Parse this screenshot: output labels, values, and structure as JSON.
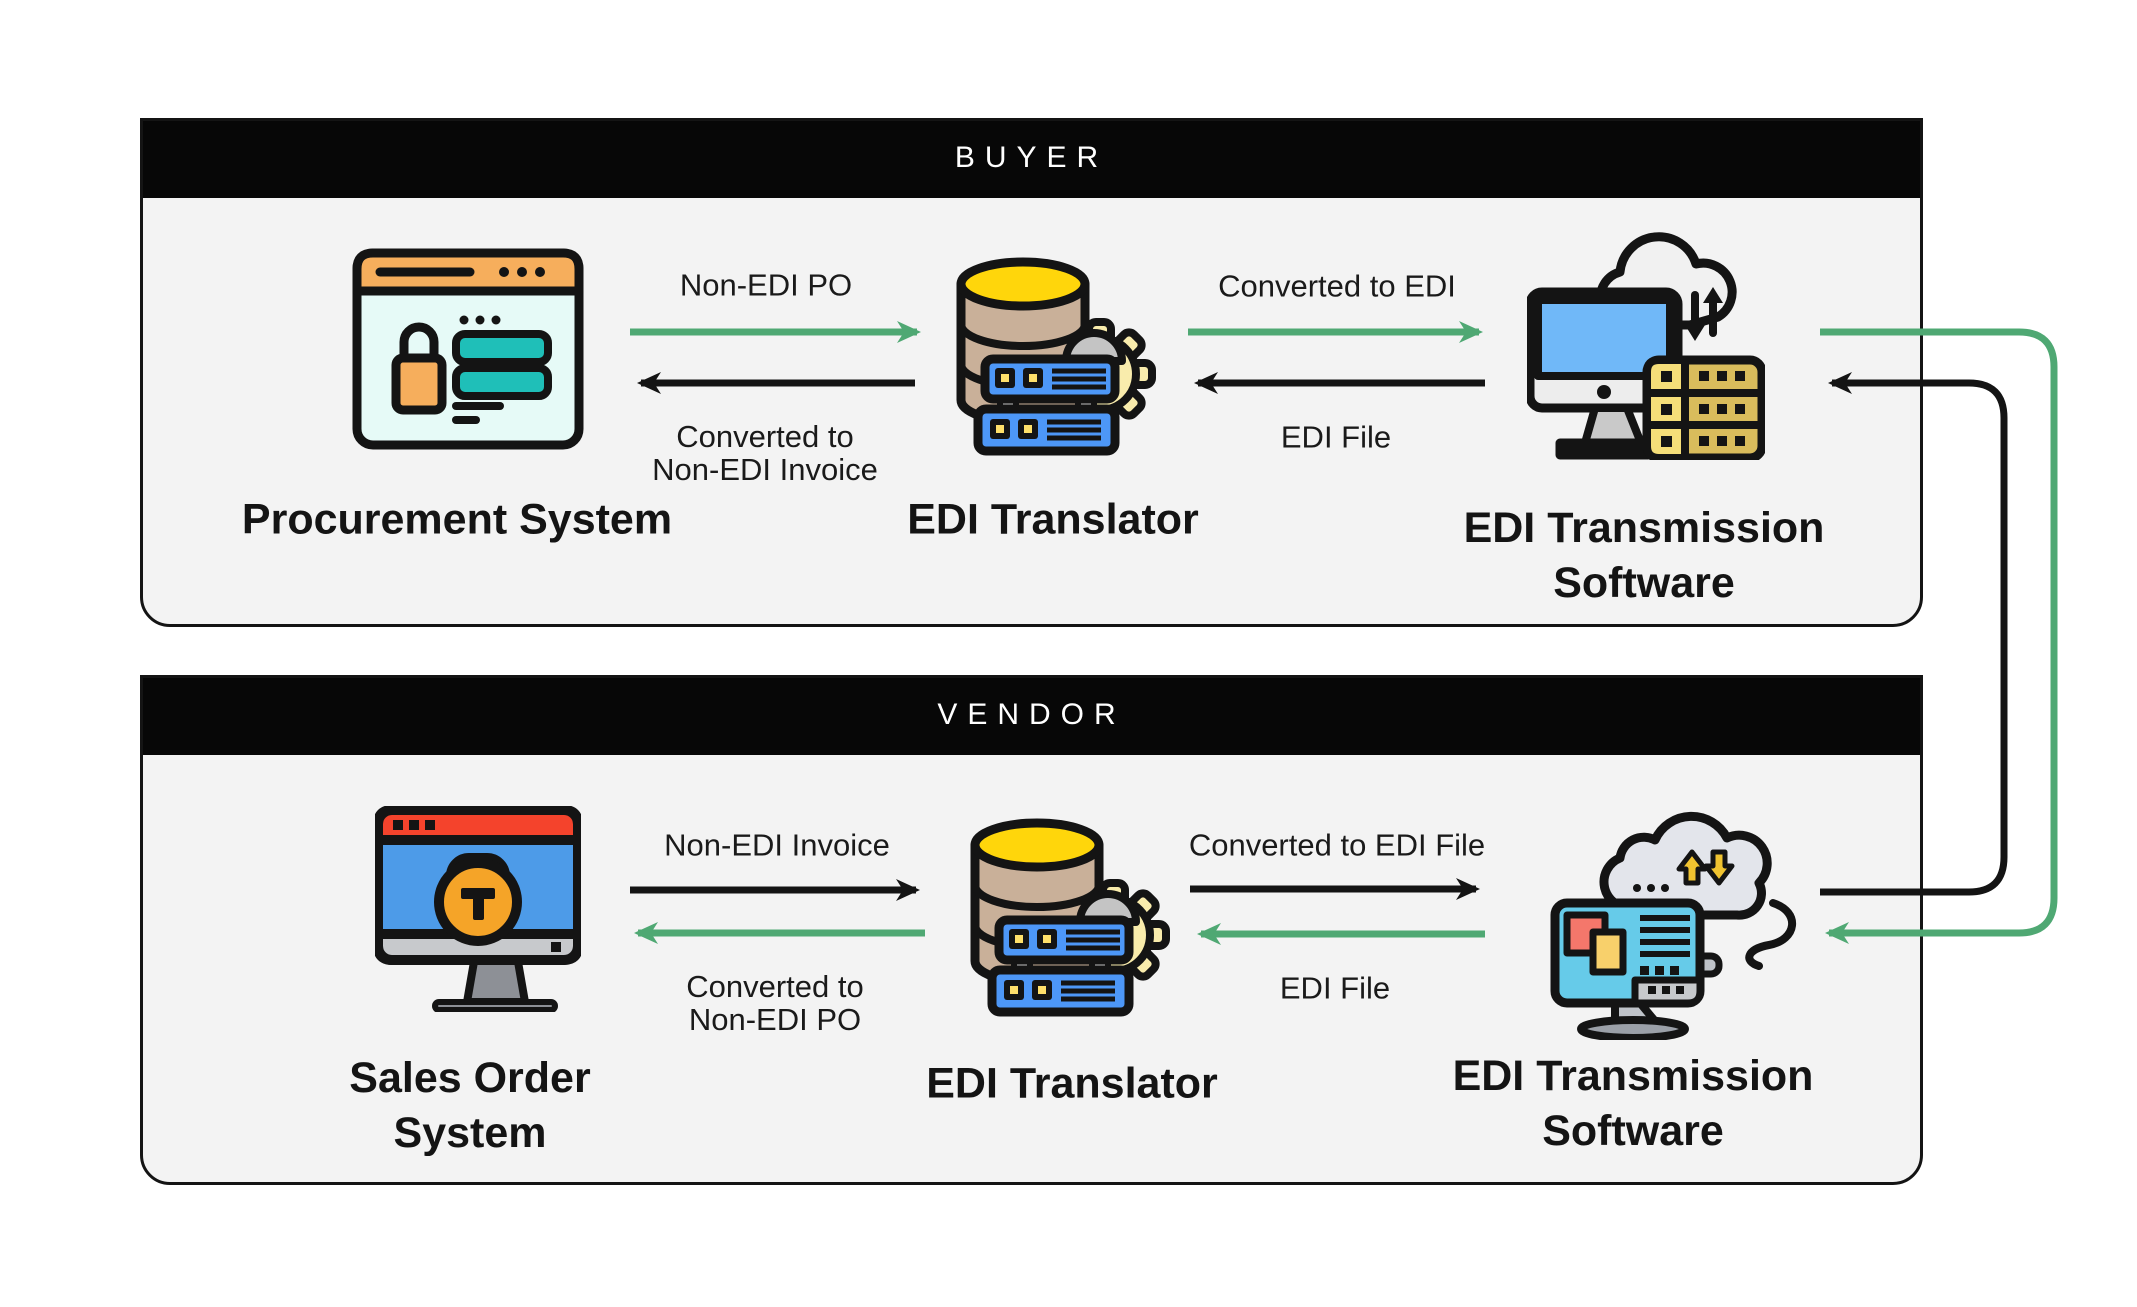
{
  "colors": {
    "panel_fill": "#F3F3F3",
    "panel_border": "#141414",
    "header_bg": "#070707",
    "header_text": "#FFFFFF",
    "text": "#1A1A1A",
    "arrow_green": "#4FA873",
    "arrow_black": "#141414",
    "icon_orange": "#F6AE5C",
    "icon_teal": "#1FBFB8",
    "icon_yellow": "#FFD60B",
    "icon_tan": "#C9B099",
    "icon_blue": "#4D97F7",
    "icon_red": "#F4432C",
    "icon_cyan": "#66CBE9",
    "icon_gold": "#D9BC5C"
  },
  "buyer": {
    "title": "BUYER",
    "nodes": {
      "procurement": "Procurement System",
      "translator": "EDI Translator",
      "transmission_line1": "EDI Transmission",
      "transmission_line2": "Software"
    },
    "flows": {
      "po": "Non-EDI PO",
      "converted_invoice_line1": "Converted to",
      "converted_invoice_line2": "Non-EDI Invoice",
      "converted_edi": "Converted to EDI",
      "edi_file": "EDI File"
    }
  },
  "vendor": {
    "title": "VENDOR",
    "nodes": {
      "sales_line1": "Sales Order",
      "sales_line2": "System",
      "translator": "EDI Translator",
      "transmission_line1": "EDI Transmission",
      "transmission_line2": "Software"
    },
    "flows": {
      "invoice": "Non-EDI Invoice",
      "converted_po_line1": "Converted to",
      "converted_po_line2": "Non-EDI PO",
      "converted_edi_file": "Converted to EDI File",
      "edi_file": "EDI File"
    }
  }
}
